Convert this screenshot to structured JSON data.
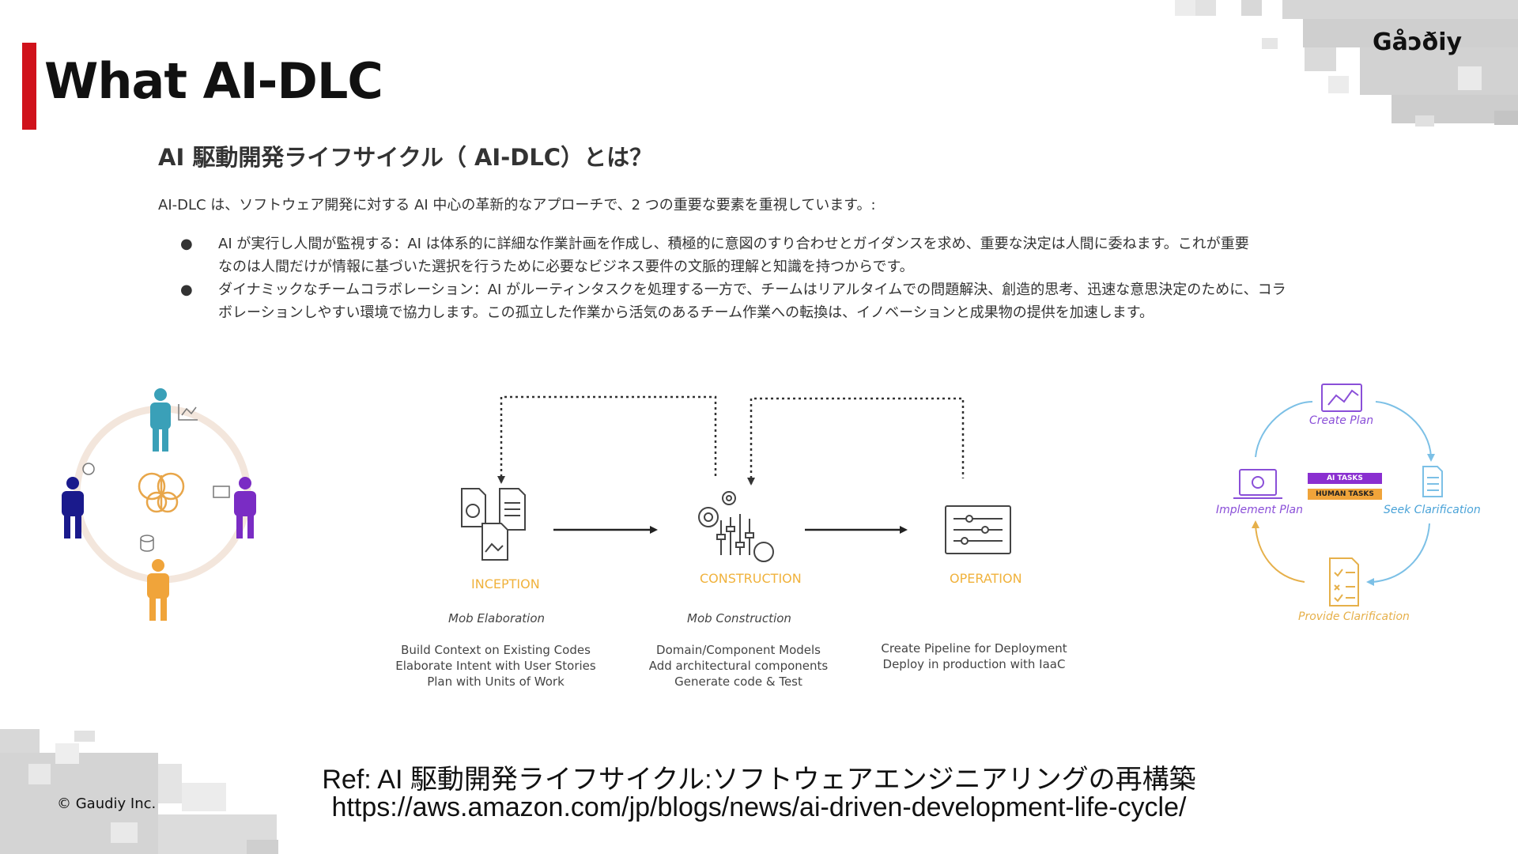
{
  "header": {
    "title": "What AI-DLC",
    "logo": "Gåɔðiy"
  },
  "content": {
    "heading": "AI 駆動開発ライフサイクル（ AI-DLC）とは？",
    "intro": "AI-DLC は、ソフトウェア開発に対する AI 中心の革新的なアプローチで、2 つの重要な要素を重視しています。:",
    "bullets": [
      {
        "line1": "AI が実行し人間が監視する：AI は体系的に詳細な作業計画を作成し、積極的に意図のすり合わせとガイダンスを求め、重要な決定は人間に委ねます。これが重要",
        "line2": "なのは人間だけが情報に基づいた選択を行うために必要なビジネス要件の文脈的理解と知識を持つからです。"
      },
      {
        "line1": "ダイナミックなチームコラボレーション：AI がルーティンタスクを処理する一方で、チームはリアルタイムでの問題解決、創造的思考、迅速な意思決定のために、コラ",
        "line2": "ボレーションしやすい環境で協力します。この孤立した作業から活気のあるチーム作業への転換は、イノベーションと成果物の提供を加速します。"
      }
    ]
  },
  "diagram": {
    "stages": [
      {
        "name": "INCEPTION",
        "subtitle": "Mob Elaboration",
        "desc": [
          "Build Context on Existing Codes",
          "Elaborate Intent with User Stories",
          "Plan with Units of Work"
        ]
      },
      {
        "name": "CONSTRUCTION",
        "subtitle": "Mob Construction",
        "desc": [
          "Domain/Component Models",
          "Add architectural components",
          "Generate code & Test"
        ]
      },
      {
        "name": "OPERATION",
        "subtitle": "",
        "desc": [
          "Create Pipeline for Deployment",
          "Deploy in production with IaaC"
        ]
      }
    ],
    "cycle": {
      "create_plan": "Create Plan",
      "seek_clarification": "Seek Clarification",
      "provide_clarification": "Provide Clarification",
      "implement_plan": "Implement Plan",
      "ai_tasks": "AI TASKS",
      "human_tasks": "HUMAN TASKS"
    }
  },
  "footer": {
    "ref_line1": "Ref: AI 駆動開発ライフサイクル:ソフトウェアエンジニアリングの再構築",
    "ref_line2": "https://aws.amazon.com/jp/blogs/news/ai-driven-development-life-cycle/",
    "copyright": "© Gaudiy Inc."
  },
  "colors": {
    "accent_red": "#d0121b",
    "stage_orange": "#f0b23c",
    "cycle_purple": "#8a4fd8",
    "cycle_blue": "#4aa3d8",
    "cycle_yellow": "#e6b04a"
  }
}
